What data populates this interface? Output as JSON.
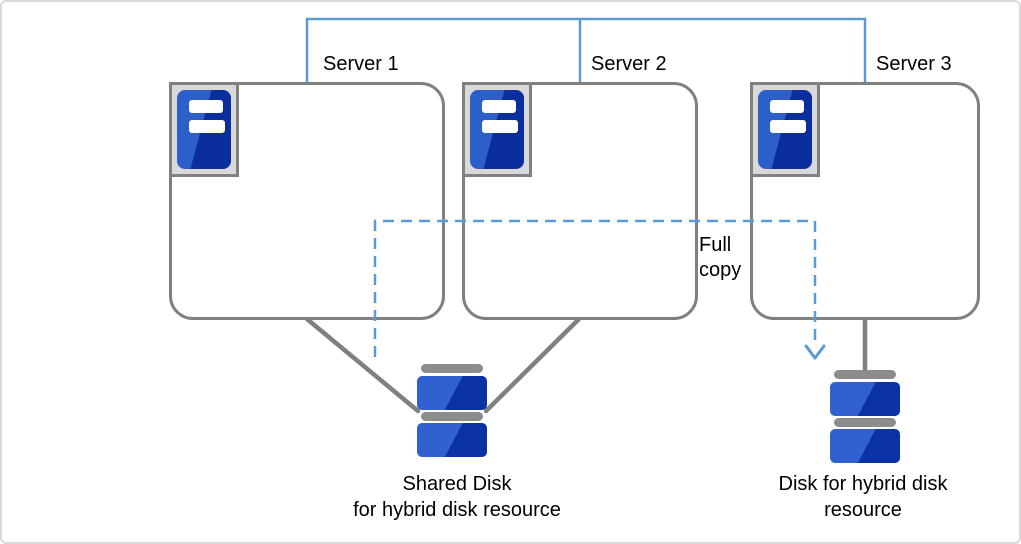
{
  "diagram": {
    "description_colors": {
      "connector_blue": "#5B9BD5",
      "line_gray": "#808080",
      "frame_border_gray": "#D9D9D9",
      "icon_frame_fill": "#D9D9D9",
      "disk_platter_gray": "#8C8C8C",
      "icon_blue_light": "#2C5FC9",
      "icon_blue_dark": "#0A2E9B",
      "text": "#000000"
    },
    "servers": [
      {
        "label": "Server 1"
      },
      {
        "label": "Server 2"
      },
      {
        "label": "Server 3"
      }
    ],
    "annotations": {
      "full_copy": "Full\ncopy"
    },
    "disks": {
      "shared": {
        "label": "Shared Disk\nfor hybrid disk resource"
      },
      "hybrid": {
        "label": "Disk for hybrid disk\nresource"
      }
    },
    "icons": {
      "server": "server-tower-icon",
      "disk": "disk-stack-icon",
      "arrow": "down-arrow-icon"
    }
  }
}
